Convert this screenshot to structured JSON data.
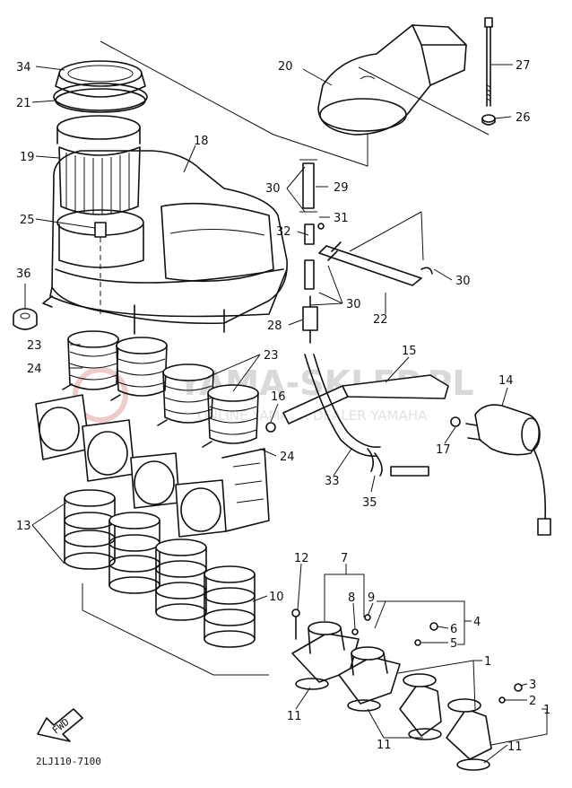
{
  "watermark": {
    "text": "YAMA-SKLEP.PL",
    "subtext": "ONLINE YAMAHA DEALER YAMAHA"
  },
  "drawing_code": "2LJ110-7100",
  "fwd_label": "FWD",
  "callouts": [
    {
      "id": "34",
      "text": "34"
    },
    {
      "id": "21",
      "text": "21"
    },
    {
      "id": "19",
      "text": "19"
    },
    {
      "id": "18",
      "text": "18"
    },
    {
      "id": "25",
      "text": "25"
    },
    {
      "id": "36",
      "text": "36"
    },
    {
      "id": "20",
      "text": "20"
    },
    {
      "id": "27",
      "text": "27"
    },
    {
      "id": "26",
      "text": "26"
    },
    {
      "id": "30a",
      "text": "30"
    },
    {
      "id": "29",
      "text": "29"
    },
    {
      "id": "31",
      "text": "31"
    },
    {
      "id": "32",
      "text": "32"
    },
    {
      "id": "30b",
      "text": "30"
    },
    {
      "id": "30c",
      "text": "30"
    },
    {
      "id": "22",
      "text": "22"
    },
    {
      "id": "28",
      "text": "28"
    },
    {
      "id": "23a",
      "text": "23"
    },
    {
      "id": "23b",
      "text": "23"
    },
    {
      "id": "24a",
      "text": "24"
    },
    {
      "id": "15",
      "text": "15"
    },
    {
      "id": "14",
      "text": "14"
    },
    {
      "id": "16",
      "text": "16"
    },
    {
      "id": "17",
      "text": "17"
    },
    {
      "id": "24b",
      "text": "24"
    },
    {
      "id": "33",
      "text": "33"
    },
    {
      "id": "35",
      "text": "35"
    },
    {
      "id": "13",
      "text": "13"
    },
    {
      "id": "10",
      "text": "10"
    },
    {
      "id": "12",
      "text": "12"
    },
    {
      "id": "7",
      "text": "7"
    },
    {
      "id": "8",
      "text": "8"
    },
    {
      "id": "9",
      "text": "9"
    },
    {
      "id": "4",
      "text": "4"
    },
    {
      "id": "6",
      "text": "6"
    },
    {
      "id": "5",
      "text": "5"
    },
    {
      "id": "1a",
      "text": "1"
    },
    {
      "id": "1b",
      "text": "1"
    },
    {
      "id": "3",
      "text": "3"
    },
    {
      "id": "2",
      "text": "2"
    },
    {
      "id": "11a",
      "text": "11"
    },
    {
      "id": "11b",
      "text": "11"
    },
    {
      "id": "11c",
      "text": "11"
    }
  ]
}
